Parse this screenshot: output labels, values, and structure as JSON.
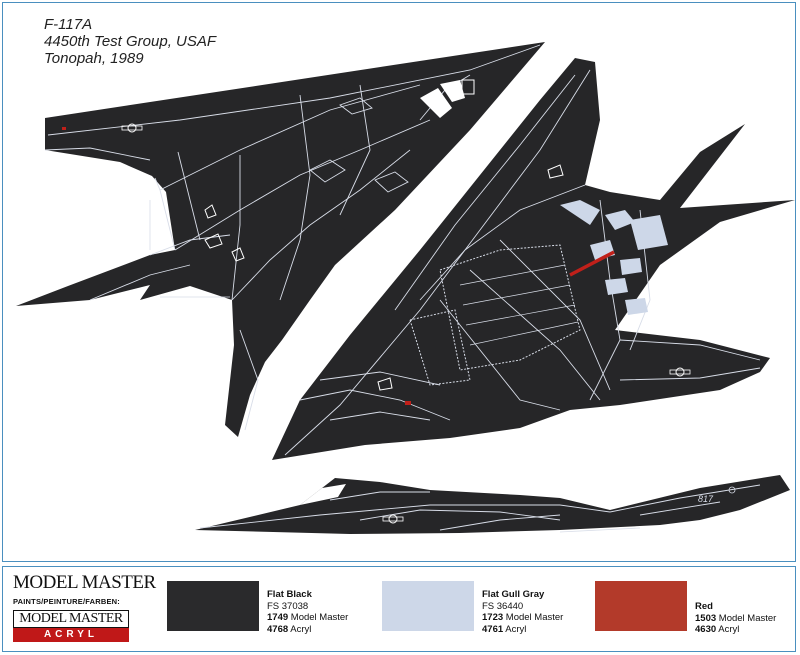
{
  "caption": {
    "model": "F-117A",
    "unit": "4450th Test Group, USAF",
    "place": "Tonopah, 1989"
  },
  "legend": {
    "brand_top": "MODEL MASTER",
    "brand_sub": "PAINTS/PEINTURE/FARBEN:",
    "brand_acryl_top": "MODEL MASTER",
    "brand_acryl_bottom": "ACRYL",
    "colors": [
      {
        "name": "Flat Black",
        "fs": "FS 37038",
        "mm_code": "1749",
        "mm_label": "Model Master",
        "acryl_code": "4768",
        "acryl_label": "Acryl",
        "hex": "#2a2a2c"
      },
      {
        "name": "Flat Gull Gray",
        "fs": "FS 36440",
        "mm_code": "1723",
        "mm_label": "Model Master",
        "acryl_code": "4761",
        "acryl_label": "Acryl",
        "hex": "#cdd7e8"
      },
      {
        "name": "Red",
        "fs": "",
        "mm_code": "1503",
        "mm_label": "Model Master",
        "acryl_code": "4630",
        "acryl_label": "Acryl",
        "hex": "#b33a2a"
      }
    ]
  },
  "markings": {
    "tail_number": "817"
  },
  "palette": {
    "aircraft": "#262628",
    "panel_lines": "#d8dde8",
    "accent_gray": "#cdd7e8",
    "accent_red": "#c0201a",
    "frame": "#4a8fbf"
  }
}
